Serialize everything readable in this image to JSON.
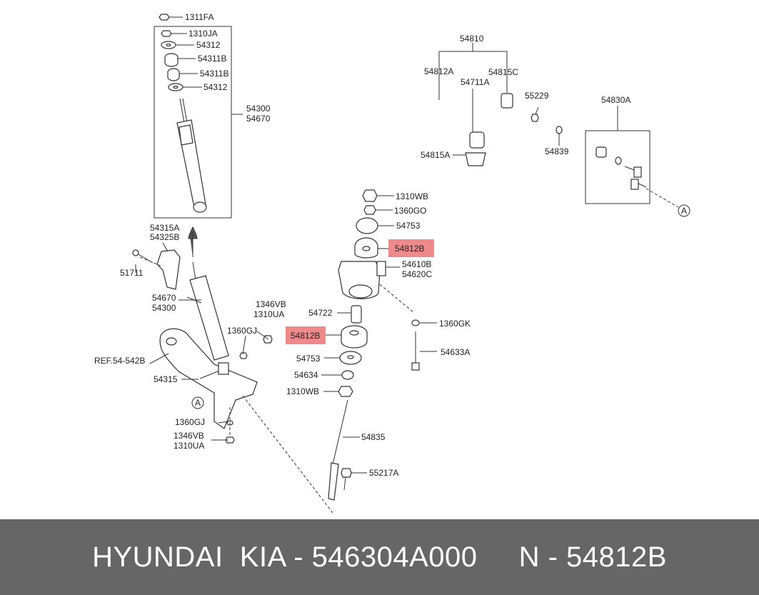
{
  "labels": {
    "l1311FA": "1311FA",
    "l1310JA": "1310JA",
    "l54312a": "54312",
    "l54311Ba": "54311B",
    "l54311Bb": "54311B",
    "l54312b": "54312",
    "l54300a": "54300",
    "l54670a": "54670",
    "l54315A": "54315A",
    "l54325B": "54325B",
    "l51711": "51711",
    "l54670b": "54670",
    "l54300b": "54300",
    "l1346VBa": "1346VB",
    "l1310UAa": "1310UA",
    "l1360GJa": "1360GJ",
    "lREF": "REF.54-542B",
    "l54315": "54315",
    "lAcircle1": "A",
    "l1360GJb": "1360GJ",
    "l1346VBb": "1346VB",
    "l1310UAb": "1310UA",
    "l54810": "54810",
    "l54812A": "54812A",
    "l54815C": "54815C",
    "l54711A": "54711A",
    "l55229": "55229",
    "l54839": "54839",
    "l54815A": "54815A",
    "l54830A": "54830A",
    "lAcircle2": "A",
    "l1310WBa": "1310WB",
    "l1360GO": "1360GO",
    "l54753a": "54753",
    "l54812Ba": "54812B",
    "l54610B": "54610B",
    "l54620C": "54620C",
    "l54722": "54722",
    "l1360GK": "1360GK",
    "l54812Bb": "54812B",
    "l54633A": "54633A",
    "l54753b": "54753",
    "l54634": "54634",
    "l1310WBb": "1310WB",
    "l54835": "54835",
    "l55217A": "55217A"
  },
  "footer": {
    "text": "HYUNDAI  KIA - 546304A000     N - 54812B"
  },
  "colors": {
    "highlight": "#ef8a8a",
    "footer_bg": "#666666",
    "footer_text": "#ffffff"
  }
}
